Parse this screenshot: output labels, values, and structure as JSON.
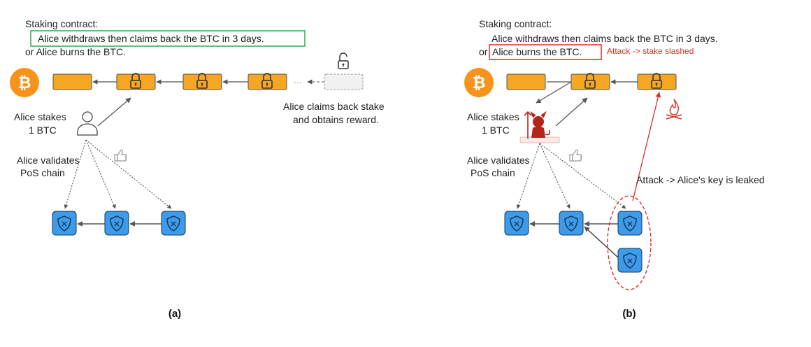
{
  "panel_a": {
    "contract_title": "Staking contract:",
    "contract_line1": "Alice withdraws then claims back the BTC in 3 days.",
    "contract_line2": "or Alice burns the BTC.",
    "stake_label_1": "Alice stakes",
    "stake_label_2": "1 BTC",
    "validate_label_1": "Alice validates",
    "validate_label_2": "PoS chain",
    "claim_label_1": "Alice claims back stake",
    "claim_label_2": "and obtains reward.",
    "ellipsis": "···",
    "caption": "(a)"
  },
  "panel_b": {
    "contract_title": "Staking contract:",
    "contract_line1": "Alice withdraws then claims back the BTC in 3 days.",
    "contract_line2_prefix": "or",
    "contract_line2_boxed": "Alice burns the BTC.",
    "slash_note": "Attack -> stake slashed",
    "stake_label_1": "Alice stakes",
    "stake_label_2": "1 BTC",
    "validate_label_1": "Alice validates",
    "validate_label_2": "PoS chain",
    "leak_note": "Attack -> Alice's key is leaked",
    "caption": "(b)"
  },
  "colors": {
    "btc_orange": "#f7931a",
    "block_orange": "#f5a623",
    "validator_blue": "#3d9be9",
    "green_box": "#34a853",
    "red": "#d93025"
  },
  "icons": [
    "bitcoin-icon",
    "lock-icon",
    "unlock-icon",
    "person-icon",
    "devil-icon",
    "thumbs-up-icon",
    "shield-icon",
    "fire-icon"
  ]
}
